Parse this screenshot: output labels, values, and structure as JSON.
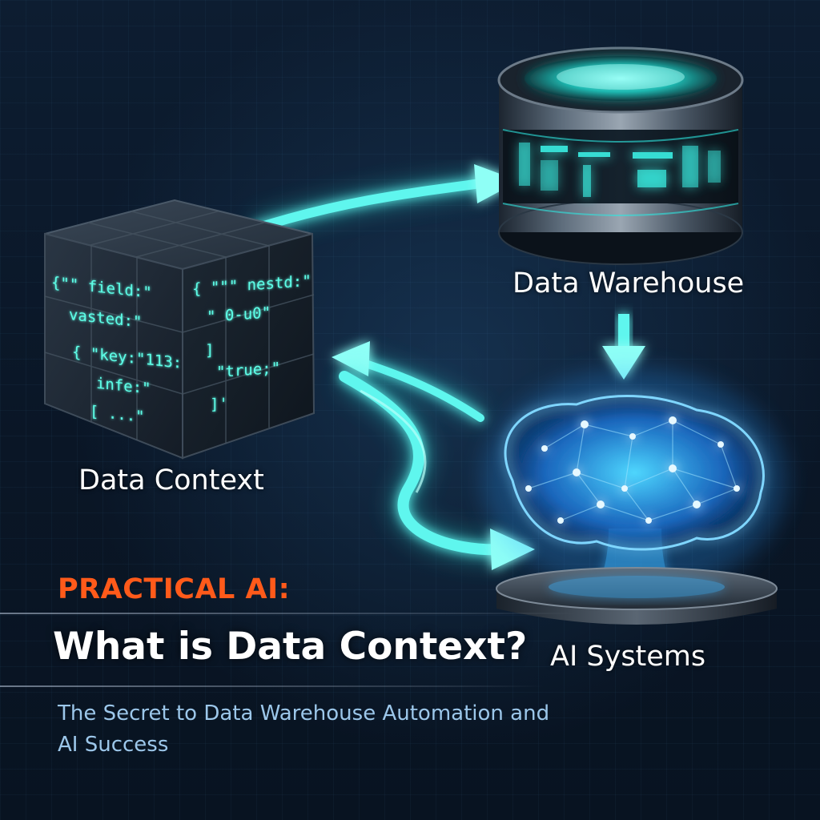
{
  "nodes": {
    "data_warehouse": "Data Warehouse",
    "data_context": "Data Context",
    "ai_systems": "AI Systems"
  },
  "cube_code": {
    "left_face": [
      "{\"\"  field:\"",
      "vasted:\"",
      "{ \"key:\"113:",
      "infe:\"",
      "[      ...\""
    ],
    "right_face": [
      "{ \"\"\"  nestd:\"",
      "\"  0-u0\"",
      "]",
      "\"true;\"",
      "]'"
    ]
  },
  "title_block": {
    "kicker": "PRACTICAL AI:",
    "headline": "What is Data Context?",
    "subtitle": "The Secret to Data Warehouse Automation and AI Success"
  },
  "colors": {
    "accent_cyan": "#2fe6e0",
    "kicker_orange": "#ff5a1a",
    "subtitle_blue": "#9cc7ea",
    "background": "#0a1626"
  }
}
